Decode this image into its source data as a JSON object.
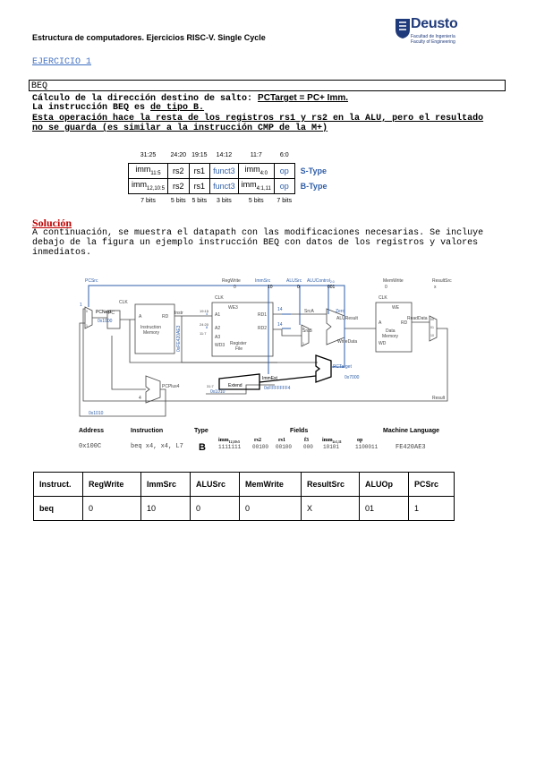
{
  "header": {
    "title": "Estructura de computadores. Ejercicios RISC-V. Single Cycle",
    "logo_name": "Deusto",
    "logo_sub_1": "Facultad de Ingeniería",
    "logo_sub_2": "Faculty of Engineering"
  },
  "exercise": {
    "title": "EJERCICIO 1",
    "box_text": "BEQ",
    "line1_a": "Cálculo de la dirección destino de salto: ",
    "line1_b": "PCTarget = PC+ Imm.",
    "line2_a": "La instrucción BEQ es ",
    "line2_b": "de tipo B.",
    "line3": "Esta operación hace la resta de los registros rs1 y rs2 en la ALU, pero el resultado",
    "line4": "no se guarda (es similar a la instrucción CMP de la M+)"
  },
  "format_table": {
    "bit_headers": [
      "31:25",
      "24:20",
      "19:15",
      "14:12",
      "11:7",
      "6:0"
    ],
    "s_type": {
      "imm_hi": "imm",
      "imm_hi_sub": "11:5",
      "rs2": "rs2",
      "rs1": "rs1",
      "funct3": "funct3",
      "imm_lo": "imm",
      "imm_lo_sub": "4:0",
      "op": "op",
      "type": "S-Type"
    },
    "b_type": {
      "imm_hi": "imm",
      "imm_hi_sub": "12,10:5",
      "rs2": "rs2",
      "rs1": "rs1",
      "funct3": "funct3",
      "imm_lo": "imm",
      "imm_lo_sub": "4:1,11",
      "op": "op",
      "type": "B-Type"
    },
    "bit_footers": [
      "7 bits",
      "5 bits",
      "5 bits",
      "3 bits",
      "5 bits",
      "7 bits"
    ]
  },
  "solution": {
    "title": "Solución",
    "text": "A continuación, se muestra el datapath con las modificaciones necesarias. Se incluye debajo de la figura un ejemplo instrucción BEQ con datos de los registros y valores inmediatos."
  },
  "datapath": {
    "pcsrc": "PCSrc",
    "regwrite": "RegWrite",
    "immsrc": "ImmSrc",
    "alusrc": "ALUSrc",
    "alucontrol": "ALUControl",
    "alucontrol_sub": "2:0",
    "memwrite": "MemWrite",
    "resultsrc": "ResultSrc",
    "v_regwrite": "0",
    "v_immsrc": "10",
    "v_alusrc": "0",
    "v_alucontrol": "001",
    "v_memwrite": "0",
    "v_resultsrc": "x",
    "clk": "CLK",
    "pcnext": "PCNext",
    "pc": "PC",
    "pc_addr": "0x1000",
    "instr": "Instr",
    "instr_val": "0xFE420AE3",
    "im_a": "A",
    "im_rd": "RD",
    "im_label_1": "Instruction",
    "im_label_2": "Memory",
    "rf_we3": "WE3",
    "rf_a1": "A1",
    "rf_a2": "A2",
    "rf_a3": "A3",
    "rf_wd3": "WD3",
    "rf_rd1": "RD1",
    "rf_rd2": "RD2",
    "rf_label_1": "Register",
    "rf_label_2": "File",
    "rs1_bits": "19:15",
    "rs2_bits": "24:20",
    "rd_bits": "11:7",
    "imm_bits": "31:7",
    "r4": "4",
    "r8": "8",
    "r14a": "14",
    "r14b": "14",
    "srca": "SrcA",
    "srcb": "SrcB",
    "zero": "Zero",
    "aluresult": "ALUResult",
    "writedata": "WriteData",
    "dm_we": "WE",
    "dm_a": "A",
    "dm_rd": "RD",
    "dm_wd": "WD",
    "dm_label_1": "Data",
    "dm_label_2": "Memory",
    "readdata": "ReadData",
    "extend": "Extend",
    "immext": "ImmExt",
    "immext_val": "0xFFFFFFF4",
    "pctarget": "PCTarget",
    "pctarget_val": "0x7000",
    "pcplus4": "PCPlus4",
    "four": "4",
    "pcplus4_val": "0x1010",
    "result": "Result",
    "mux0": "0",
    "mux1": "1",
    "mux00": "00",
    "mux01": "01",
    "mux10": "10",
    "pcsrc_val": "1"
  },
  "instruction_row": {
    "headers": {
      "address": "Address",
      "instruction": "Instruction",
      "type": "Type",
      "fields": "Fields",
      "machine": "Machine Language"
    },
    "address": "0x100C",
    "instruction": "beq x4, x4, L7",
    "type": "B",
    "f_imm_hi": "imm",
    "f_imm_hi_sub": "12,10:5",
    "f_rs2": "rs2",
    "f_rs1": "rs1",
    "f_f3": "f3",
    "f_imm_lo": "imm",
    "f_imm_lo_sub": "4:1,11",
    "f_op": "op",
    "v_imm_hi": "1111111",
    "v_rs2": "00100",
    "v_rs1": "00100",
    "v_f3": "000",
    "v_imm_lo": "10101",
    "v_op": "1100011",
    "machine": "FE420AE3"
  },
  "control_table": {
    "headers": [
      "Instruct.",
      "RegWrite",
      "ImmSrc",
      "ALUSrc",
      "MemWrite",
      "ResultSrc",
      "ALUOp",
      "PCSrc"
    ],
    "row": [
      "beq",
      "0",
      "10",
      "0",
      "0",
      "X",
      "01",
      "1"
    ]
  },
  "colors": {
    "accent_blue": "#2f5ea8",
    "solution_red": "#c00000",
    "heading_blue": "#4472c4",
    "logo_blue": "#1f3a7a"
  }
}
